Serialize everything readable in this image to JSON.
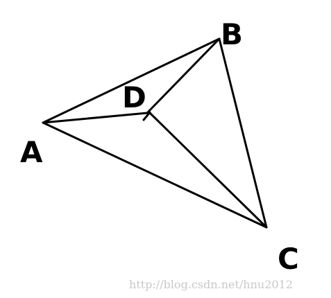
{
  "diagram": {
    "labels": {
      "a": "A",
      "b": "B",
      "c": "C",
      "d": "D"
    },
    "stroke_color": "#000000",
    "background_color": "#ffffff"
  },
  "watermark": {
    "text": "http://blog.csdn.net/hnu2012",
    "color": "#c8c8c8"
  }
}
